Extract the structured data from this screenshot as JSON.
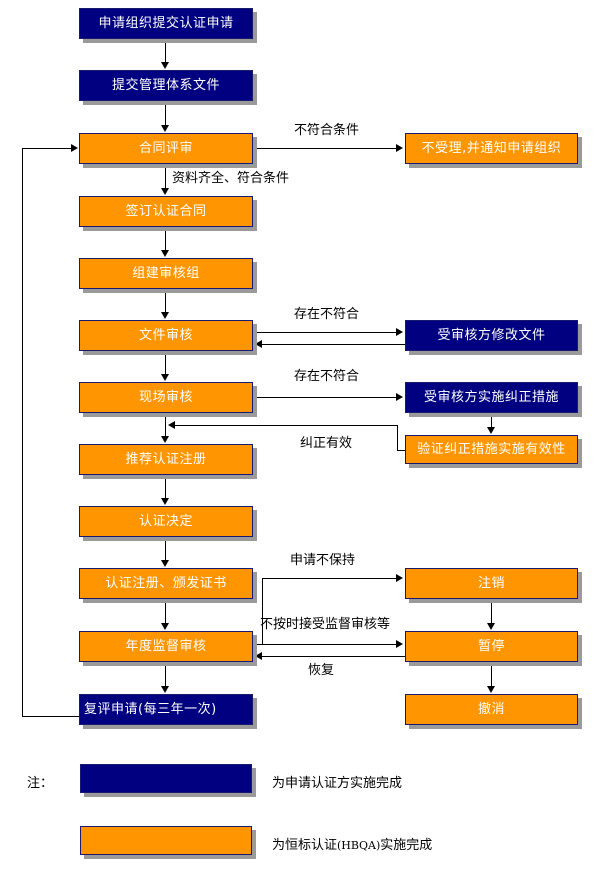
{
  "diagram": {
    "title_text": "",
    "colors": {
      "applicant_box": "#000080",
      "certifier_box": "#ff9500",
      "box_border": "#191970",
      "shadow": "#9a9a9a",
      "line": "#000000",
      "box_text": "#ffffff",
      "label_text": "#000000"
    }
  },
  "nodes": {
    "n1": {
      "label": "申请组织提交认证申请",
      "type": "applicant"
    },
    "n2": {
      "label": "提交管理体系文件",
      "type": "applicant"
    },
    "n3": {
      "label": "合同评审",
      "type": "certifier"
    },
    "n4": {
      "label": "签订认证合同",
      "type": "certifier"
    },
    "n5": {
      "label": "组建审核组",
      "type": "certifier"
    },
    "n6": {
      "label": "文件审核",
      "type": "certifier"
    },
    "n7": {
      "label": "现场审核",
      "type": "certifier"
    },
    "n8": {
      "label": "推荐认证注册",
      "type": "certifier"
    },
    "n9": {
      "label": "认证决定",
      "type": "certifier"
    },
    "n10": {
      "label": "认证注册、颁发证书",
      "type": "certifier"
    },
    "n11": {
      "label": "年度监督审核",
      "type": "certifier"
    },
    "n12": {
      "label": "复评申请(每三年一次)",
      "type": "applicant"
    },
    "r1": {
      "label": "不受理,并通知申请组织",
      "type": "certifier"
    },
    "r2": {
      "label": "受审核方修改文件",
      "type": "applicant"
    },
    "r3": {
      "label": "受审核方实施纠正措施",
      "type": "applicant"
    },
    "r4": {
      "label": "验证纠正措施实施有效性",
      "type": "certifier"
    },
    "r5": {
      "label": "注销",
      "type": "certifier"
    },
    "r6": {
      "label": "暂停",
      "type": "certifier"
    },
    "r7": {
      "label": "撤消",
      "type": "certifier"
    }
  },
  "edge_labels": {
    "e1": "不符合条件",
    "e2": "资料齐全、符合条件",
    "e3": "存在不符合",
    "e4": "存在不符合",
    "e5": "纠正有效",
    "e6": "申请不保持",
    "e7": "不按时接受监督审核等",
    "e8": "恢复"
  },
  "legend": {
    "note_label": "注：",
    "row1_text": "为申请认证方实施完成",
    "row2_text_a": "为恒标认证",
    "row2_text_code": "(HBQA)",
    "row2_text_b": "实施完成"
  }
}
